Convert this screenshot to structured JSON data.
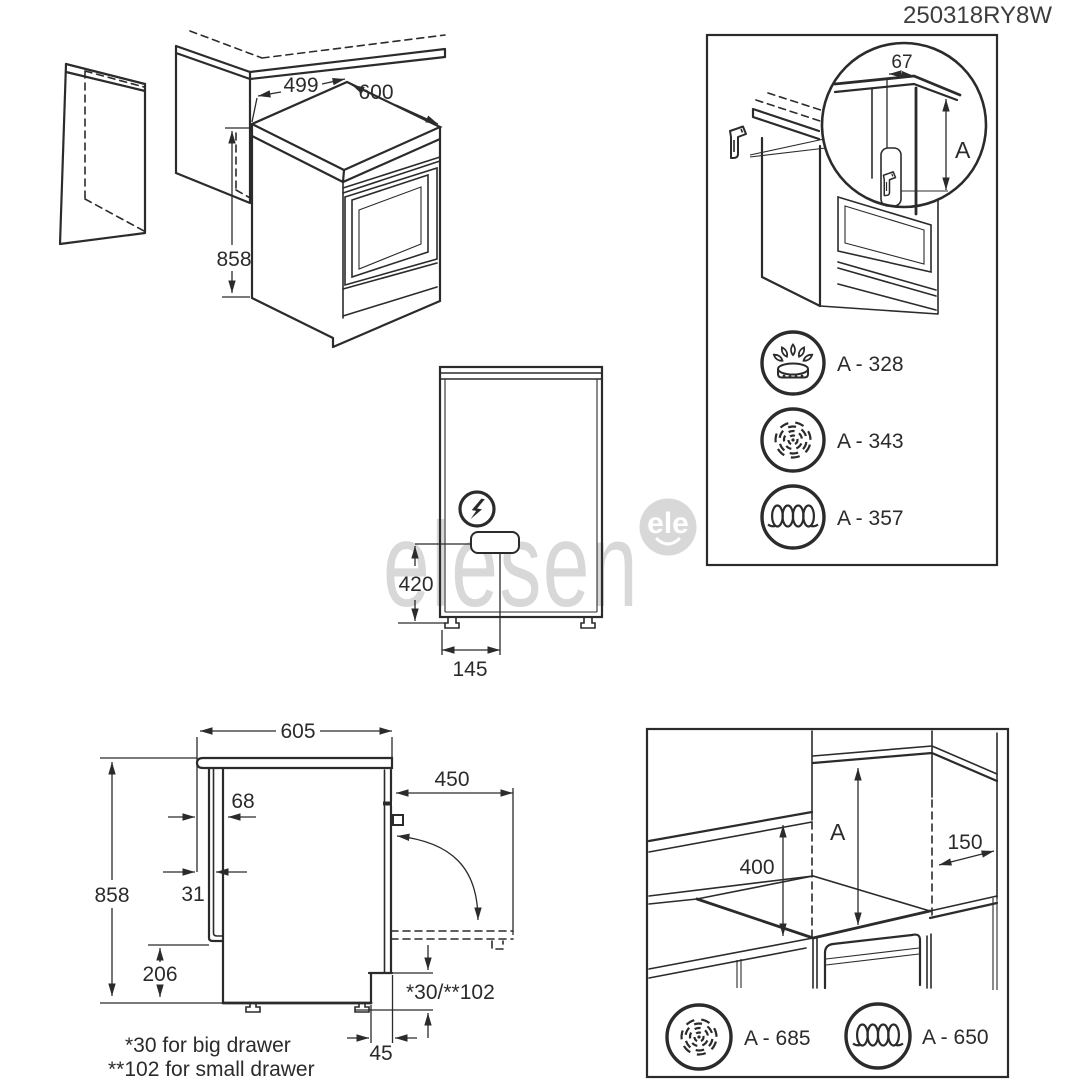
{
  "header": {
    "code": "250318RY8W"
  },
  "watermark": {
    "text": "elesen",
    "badge_text": "ele"
  },
  "colors": {
    "line": "#2b2b2b",
    "watermark": "#d8d8d8"
  },
  "diagrams": {
    "isometric_niche": {
      "labels": {
        "niche_width": "499",
        "top_depth": "600",
        "height": "858"
      }
    },
    "anti_tilt_panel": {
      "labels": {
        "bracket_offset": "67",
        "height_ref": "A"
      },
      "legend": [
        {
          "icon": "gas-burner-icon",
          "label": "A - 328"
        },
        {
          "icon": "radiant-element-icon",
          "label": "A - 343"
        },
        {
          "icon": "heating-coil-icon",
          "label": "A - 357"
        }
      ]
    },
    "rear_connection": {
      "icon": "electric-bolt-icon",
      "labels": {
        "socket_height": "420",
        "socket_offset": "145"
      }
    },
    "side_view": {
      "labels": {
        "depth": "605",
        "height": "858",
        "rear_gap": "68",
        "spacer": "31",
        "plinth_height": "206",
        "door_open_depth": "450",
        "drawer_offset": "*30/**102",
        "plinth_recess": "45"
      },
      "notes": [
        "*30 for big drawer",
        "**102 for small drawer"
      ]
    },
    "clearance_panel": {
      "labels": {
        "hood_height": "A",
        "shelf_height": "400",
        "side_clearance": "150"
      },
      "legend": [
        {
          "icon": "radiant-element-icon",
          "label": "A - 685"
        },
        {
          "icon": "heating-coil-icon",
          "label": "A - 650"
        }
      ]
    }
  }
}
